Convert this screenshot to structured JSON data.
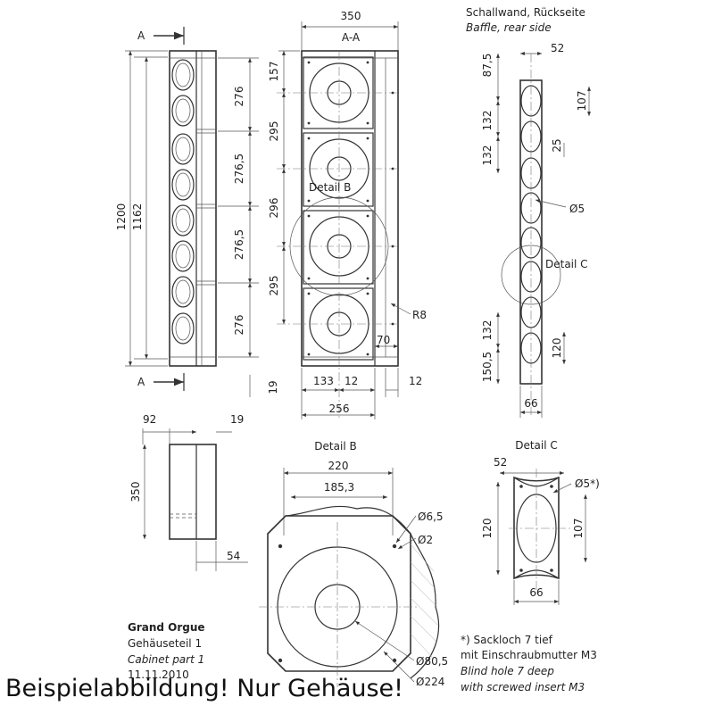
{
  "banner": "Beispielabbildung! Nur Gehäuse!",
  "side_view": {
    "section_label_top": "A",
    "section_label_bottom": "A",
    "dims": [
      "1200",
      "1162",
      "276",
      "276,5",
      "276,5",
      "276",
      "19"
    ]
  },
  "front_view": {
    "title": "A-A",
    "width": "350",
    "dims_left": [
      "157",
      "295",
      "296",
      "295"
    ],
    "dims_bottom": [
      "133",
      "12",
      "12",
      "256"
    ],
    "dim_70": "70",
    "radius": "R8",
    "detail_label": "Detail B"
  },
  "baffle": {
    "title_de": "Schallwand, Rückseite",
    "title_en": "Baffle, rear side",
    "dims": [
      "87,5",
      "52",
      "107",
      "132",
      "25",
      "132",
      "Ø5",
      "132",
      "120",
      "150,5",
      "66"
    ],
    "detail_label": "Detail C"
  },
  "top_view": {
    "dims": [
      "92",
      "19",
      "350",
      "54"
    ]
  },
  "detail_b": {
    "title": "Detail B",
    "dims": [
      "220",
      "185,3",
      "Ø6,5",
      "Ø2",
      "Ø80,5",
      "Ø224"
    ]
  },
  "detail_c": {
    "title": "Detail C",
    "dims": [
      "52",
      "Ø5*)",
      "120",
      "107",
      "66"
    ]
  },
  "title_block": {
    "name": "Grand Orgue",
    "part_de": "Gehäuseteil 1",
    "part_en": "Cabinet part 1",
    "date": "11.11.2010"
  },
  "note": {
    "de_1": "*) Sackloch 7 tief",
    "de_2": "mit Einschraubmutter M3",
    "en_1": "Blind hole 7 deep",
    "en_2": "with screwed insert M3"
  }
}
